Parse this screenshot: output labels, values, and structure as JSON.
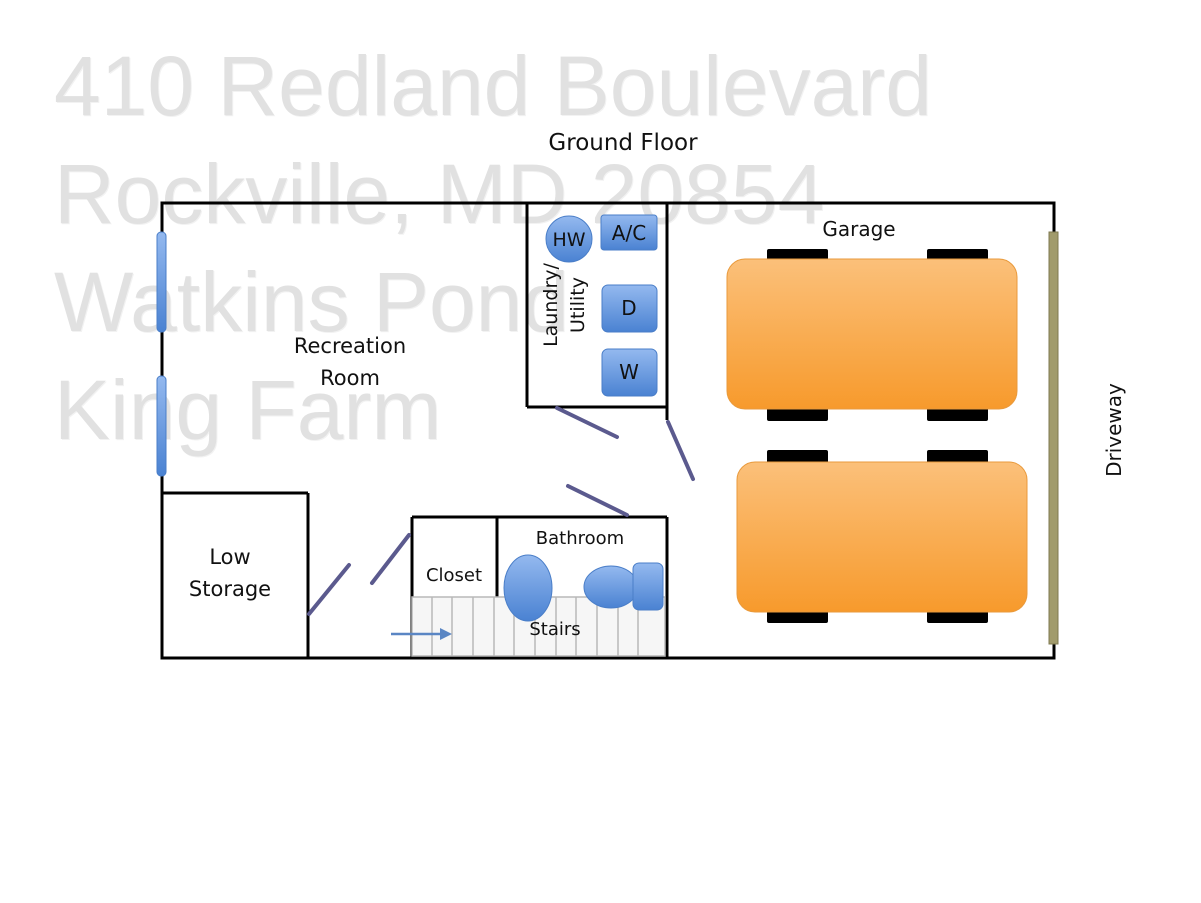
{
  "watermark": {
    "line1": "410 Redland Boulevard",
    "line2": "Rockville, MD 20854",
    "line3": "Watkins Pond",
    "line4": "King Farm"
  },
  "title": "Ground Floor",
  "rooms": {
    "recreation_line1": "Recreation",
    "recreation_line2": "Room",
    "laundry_line1": "Laundry/",
    "laundry_line2": "Utility",
    "low_storage_line1": "Low",
    "low_storage_line2": "Storage",
    "closet": "Closet",
    "bathroom": "Bathroom",
    "stairs": "Stairs",
    "garage": "Garage",
    "driveway": "Driveway"
  },
  "appliances": {
    "water_heater": "HW",
    "ac": "A/C",
    "dryer": "D",
    "washer": "W"
  },
  "colors": {
    "appliance_fill": "#5f95dd",
    "car_fill": "#f9a63f",
    "tire": "#000000",
    "door": "#5b5a8e",
    "driveway_strip": "#a19b6c"
  }
}
